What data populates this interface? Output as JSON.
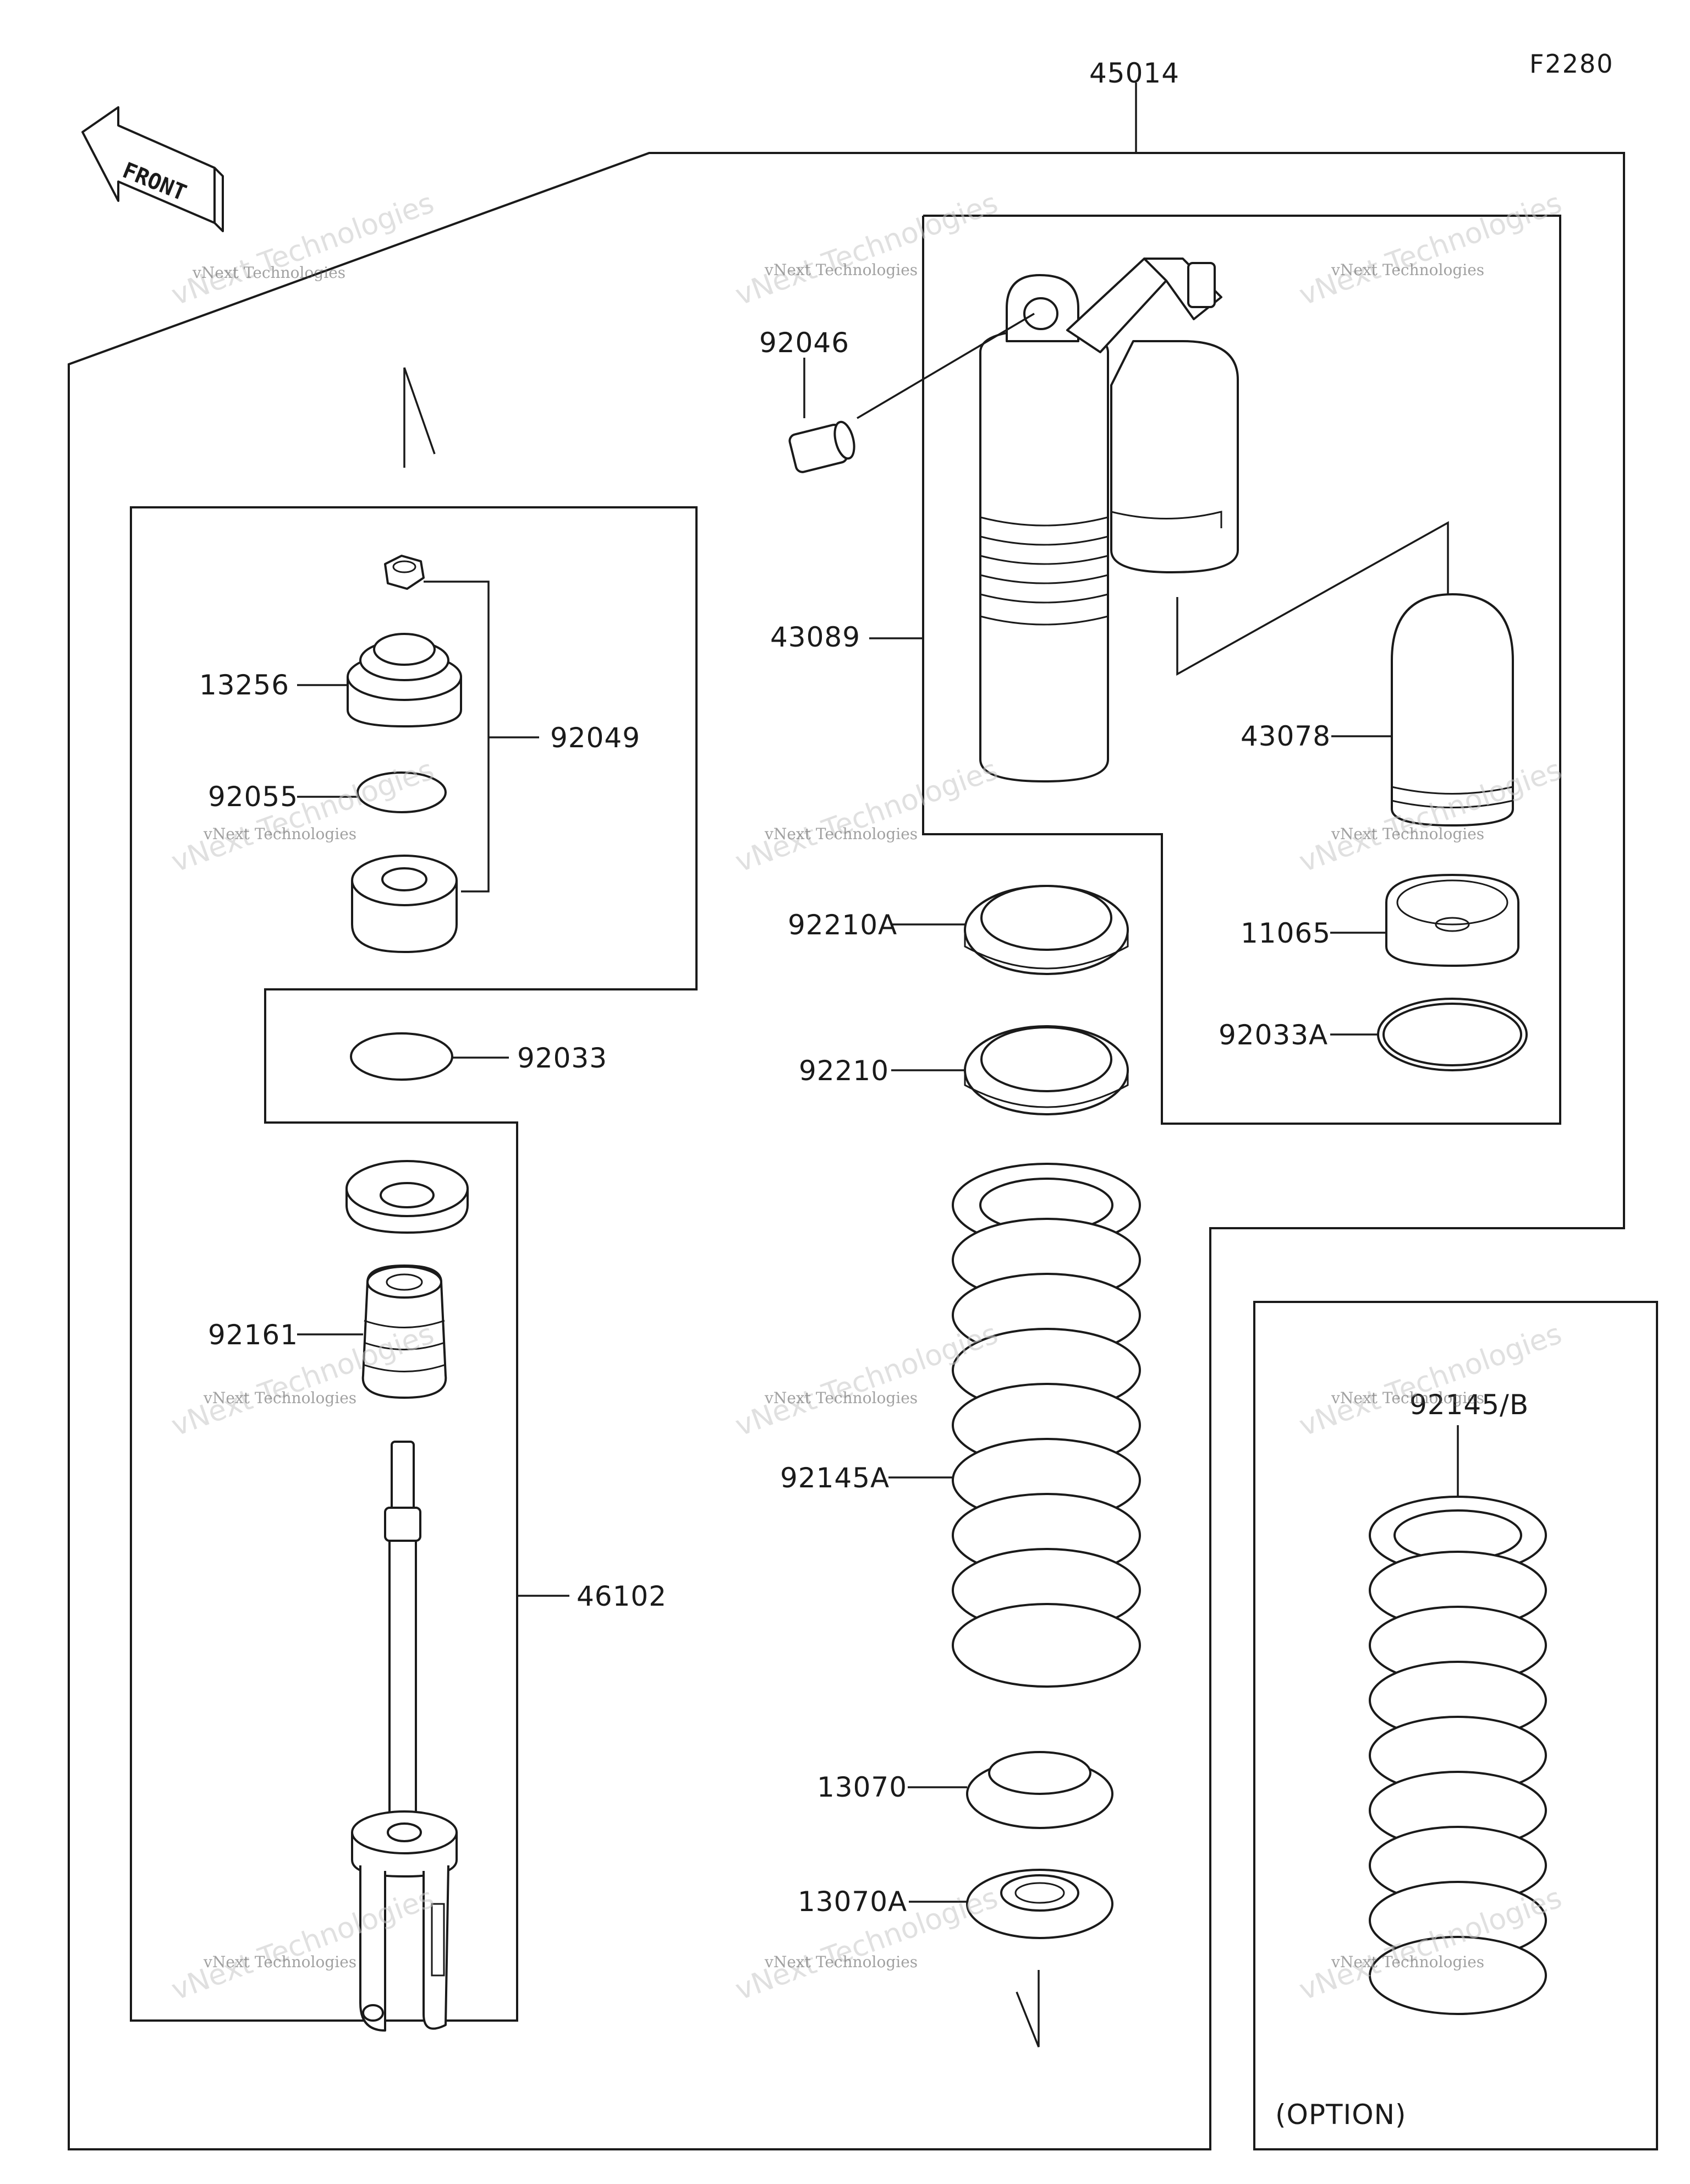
{
  "diagram_code": "F2280",
  "direction_label": "FRONT",
  "option_label": "(OPTION)",
  "watermark": {
    "line1": "vNext Technologies",
    "line2": "vNext Technologies"
  },
  "parts": [
    {
      "id": "45014",
      "label": "45014"
    },
    {
      "id": "92046",
      "label": "92046"
    },
    {
      "id": "43089",
      "label": "43089"
    },
    {
      "id": "43078",
      "label": "43078"
    },
    {
      "id": "92210A",
      "label": "92210A"
    },
    {
      "id": "11065",
      "label": "11065"
    },
    {
      "id": "92210",
      "label": "92210"
    },
    {
      "id": "92033A",
      "label": "92033A"
    },
    {
      "id": "13256",
      "label": "13256"
    },
    {
      "id": "92049",
      "label": "92049"
    },
    {
      "id": "92055",
      "label": "92055"
    },
    {
      "id": "92033",
      "label": "92033"
    },
    {
      "id": "92161",
      "label": "92161"
    },
    {
      "id": "46102",
      "label": "46102"
    },
    {
      "id": "92145A",
      "label": "92145A"
    },
    {
      "id": "92145B",
      "label": "92145/B"
    },
    {
      "id": "13070",
      "label": "13070"
    },
    {
      "id": "13070A",
      "label": "13070A"
    }
  ]
}
